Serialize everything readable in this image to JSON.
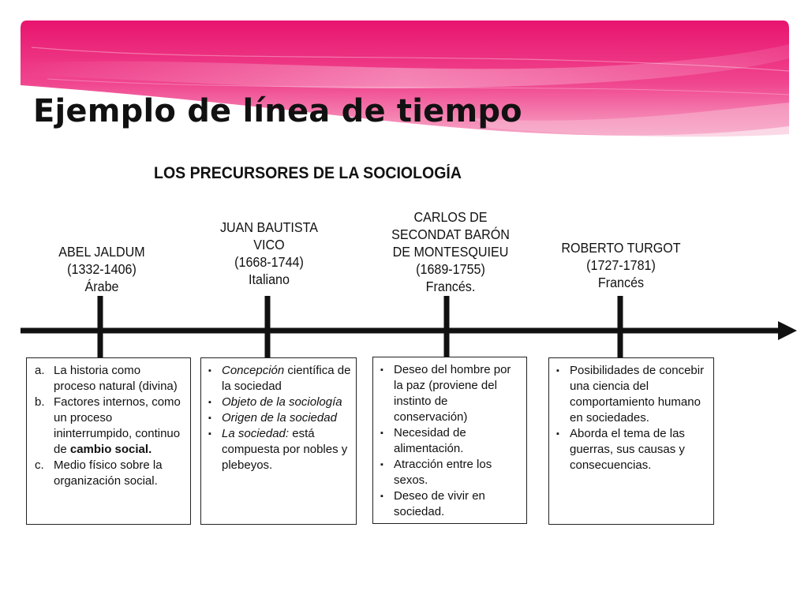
{
  "slide": {
    "title": "Ejemplo de línea de tiempo",
    "subtitle": "LOS PRECURSORES DE LA SOCIOLOGÍA",
    "accent_color": "#ec1e79"
  },
  "timeline": {
    "persons": [
      {
        "name": "ABEL JALDUM",
        "years": "(1332-1406)",
        "nationality": "Árabe"
      },
      {
        "name": "JUAN BAUTISTA\nVICO",
        "years": "(1668-1744)",
        "nationality": "Italiano"
      },
      {
        "name": "CARLOS DE\nSECONDAT BARÓN\nDE MONTESQUIEU",
        "years": "(1689-1755)",
        "nationality": "Francés."
      },
      {
        "name": "ROBERTO TURGOT",
        "years": "(1727-1781)",
        "nationality": "Francés"
      }
    ],
    "boxes": [
      {
        "items": [
          {
            "marker": "a.",
            "text": "La historia como proceso natural (divina)"
          },
          {
            "marker": "b.",
            "text": "Factores internos, como un proceso ininterrumpido, continuo de ",
            "bold": "cambio social."
          },
          {
            "marker": "c.",
            "text": "Medio físico sobre la organización social."
          }
        ]
      },
      {
        "items": [
          {
            "marker": "▪",
            "italic": "Concepción",
            "text": " científica de la sociedad"
          },
          {
            "marker": "▪",
            "italic": "Objeto de la sociología",
            "text": ""
          },
          {
            "marker": "▪",
            "italic": "Origen de la sociedad",
            "text": ""
          },
          {
            "marker": "▪",
            "italic": "La sociedad:",
            "text": " está compuesta por nobles y plebeyos."
          }
        ]
      },
      {
        "items": [
          {
            "marker": "▪",
            "text": "Deseo del hombre por la paz (proviene del instinto de conservación)"
          },
          {
            "marker": "▪",
            "text": "Necesidad de alimentación."
          },
          {
            "marker": "▪",
            "text": "Atracción entre los sexos."
          },
          {
            "marker": "▪",
            "text": "Deseo de vivir en sociedad."
          }
        ]
      },
      {
        "items": [
          {
            "marker": "▪",
            "text": "Posibilidades de concebir una ciencia del comportamiento humano en sociedades."
          },
          {
            "marker": "▪",
            "text": "Aborda el tema de las guerras, sus causas y consecuencias."
          }
        ]
      }
    ]
  }
}
